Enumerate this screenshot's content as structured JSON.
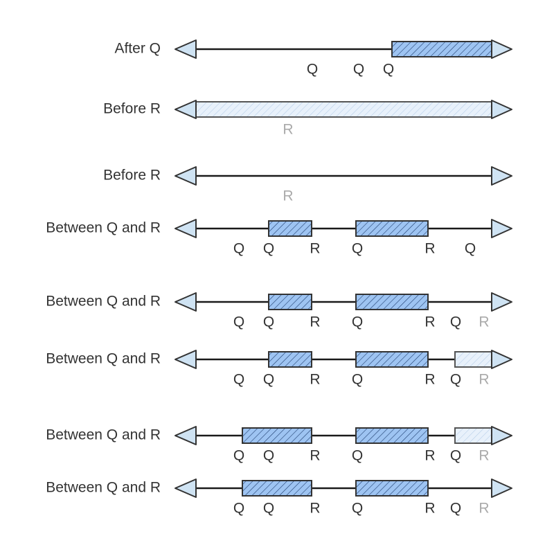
{
  "colors": {
    "line": "#1a1a1a",
    "arrow_fill": "#cfe3f3",
    "arrow_stroke": "#333333",
    "segment_fill": "#9ec4f2",
    "segment_fill_light": "#e8f1fb",
    "hatch": "#1f3f70",
    "hatch_light": "#b9cfe8",
    "segment_stroke": "#333333",
    "segment_stroke_light": "#555555",
    "text": "#333333",
    "text_light": "#aaaaaa"
  },
  "rows": [
    {
      "label": "After Q",
      "segments": [
        {
          "start": 566,
          "end": 710,
          "light": false
        }
      ],
      "markers": [
        {
          "text": "Q",
          "pos": 451,
          "light": false
        },
        {
          "text": "Q",
          "pos": 518,
          "light": false
        },
        {
          "text": "Q",
          "pos": 561,
          "light": false
        }
      ]
    },
    {
      "label": "Before R",
      "segments": [
        {
          "start": 283,
          "end": 710,
          "light": true
        }
      ],
      "markers": [
        {
          "text": "R",
          "pos": 416,
          "light": true
        }
      ]
    },
    {
      "label": "Before R",
      "segments": [],
      "markers": [
        {
          "text": "R",
          "pos": 416,
          "light": true
        }
      ]
    },
    {
      "label": "Between Q and R",
      "segments": [
        {
          "start": 388,
          "end": 450,
          "light": false
        },
        {
          "start": 514,
          "end": 618,
          "light": false
        }
      ],
      "markers": [
        {
          "text": "Q",
          "pos": 345,
          "light": false
        },
        {
          "text": "Q",
          "pos": 388,
          "light": false
        },
        {
          "text": "R",
          "pos": 455,
          "light": false
        },
        {
          "text": "Q",
          "pos": 516,
          "light": false
        },
        {
          "text": "R",
          "pos": 621,
          "light": false
        },
        {
          "text": "Q",
          "pos": 679,
          "light": false
        }
      ]
    },
    {
      "label": "Between Q and R",
      "segments": [
        {
          "start": 388,
          "end": 450,
          "light": false
        },
        {
          "start": 514,
          "end": 618,
          "light": false
        }
      ],
      "markers": [
        {
          "text": "Q",
          "pos": 345,
          "light": false
        },
        {
          "text": "Q",
          "pos": 388,
          "light": false
        },
        {
          "text": "R",
          "pos": 455,
          "light": false
        },
        {
          "text": "Q",
          "pos": 516,
          "light": false
        },
        {
          "text": "R",
          "pos": 621,
          "light": false
        },
        {
          "text": "Q",
          "pos": 658,
          "light": false
        },
        {
          "text": "R",
          "pos": 699,
          "light": true
        }
      ]
    },
    {
      "label": "Between Q and R",
      "segments": [
        {
          "start": 388,
          "end": 450,
          "light": false
        },
        {
          "start": 514,
          "end": 618,
          "light": false
        },
        {
          "start": 657,
          "end": 710,
          "light": true
        }
      ],
      "markers": [
        {
          "text": "Q",
          "pos": 345,
          "light": false
        },
        {
          "text": "Q",
          "pos": 388,
          "light": false
        },
        {
          "text": "R",
          "pos": 455,
          "light": false
        },
        {
          "text": "Q",
          "pos": 516,
          "light": false
        },
        {
          "text": "R",
          "pos": 621,
          "light": false
        },
        {
          "text": "Q",
          "pos": 658,
          "light": false
        },
        {
          "text": "R",
          "pos": 699,
          "light": true
        }
      ]
    },
    {
      "label": "Between Q and R",
      "segments": [
        {
          "start": 350,
          "end": 450,
          "light": false
        },
        {
          "start": 514,
          "end": 618,
          "light": false
        },
        {
          "start": 657,
          "end": 710,
          "light": true
        }
      ],
      "markers": [
        {
          "text": "Q",
          "pos": 345,
          "light": false
        },
        {
          "text": "Q",
          "pos": 388,
          "light": false
        },
        {
          "text": "R",
          "pos": 455,
          "light": false
        },
        {
          "text": "Q",
          "pos": 516,
          "light": false
        },
        {
          "text": "R",
          "pos": 621,
          "light": false
        },
        {
          "text": "Q",
          "pos": 658,
          "light": false
        },
        {
          "text": "R",
          "pos": 699,
          "light": true
        }
      ]
    },
    {
      "label": "Between Q and R",
      "segments": [
        {
          "start": 350,
          "end": 450,
          "light": false
        },
        {
          "start": 514,
          "end": 618,
          "light": false
        }
      ],
      "markers": [
        {
          "text": "Q",
          "pos": 345,
          "light": false
        },
        {
          "text": "Q",
          "pos": 388,
          "light": false
        },
        {
          "text": "R",
          "pos": 455,
          "light": false
        },
        {
          "text": "Q",
          "pos": 516,
          "light": false
        },
        {
          "text": "R",
          "pos": 621,
          "light": false
        },
        {
          "text": "Q",
          "pos": 658,
          "light": false
        },
        {
          "text": "R",
          "pos": 699,
          "light": true
        }
      ]
    }
  ]
}
